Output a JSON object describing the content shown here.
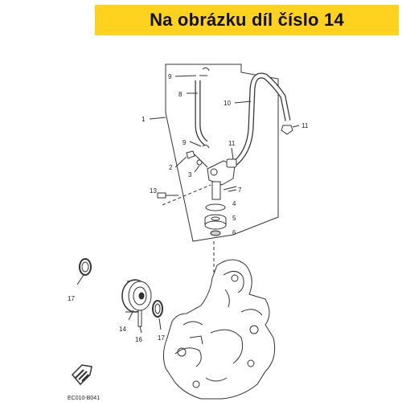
{
  "banner": {
    "text": "Na obrázku díl číslo 14",
    "bg_color": "#ffd21f"
  },
  "diagram": {
    "part_labels": [
      "1",
      "2",
      "3",
      "4",
      "5",
      "6",
      "7",
      "8",
      "9",
      "9",
      "10",
      "11",
      "11",
      "13",
      "14",
      "16",
      "17",
      "17"
    ],
    "code": "EC010-B041",
    "line_color": "#333333"
  }
}
